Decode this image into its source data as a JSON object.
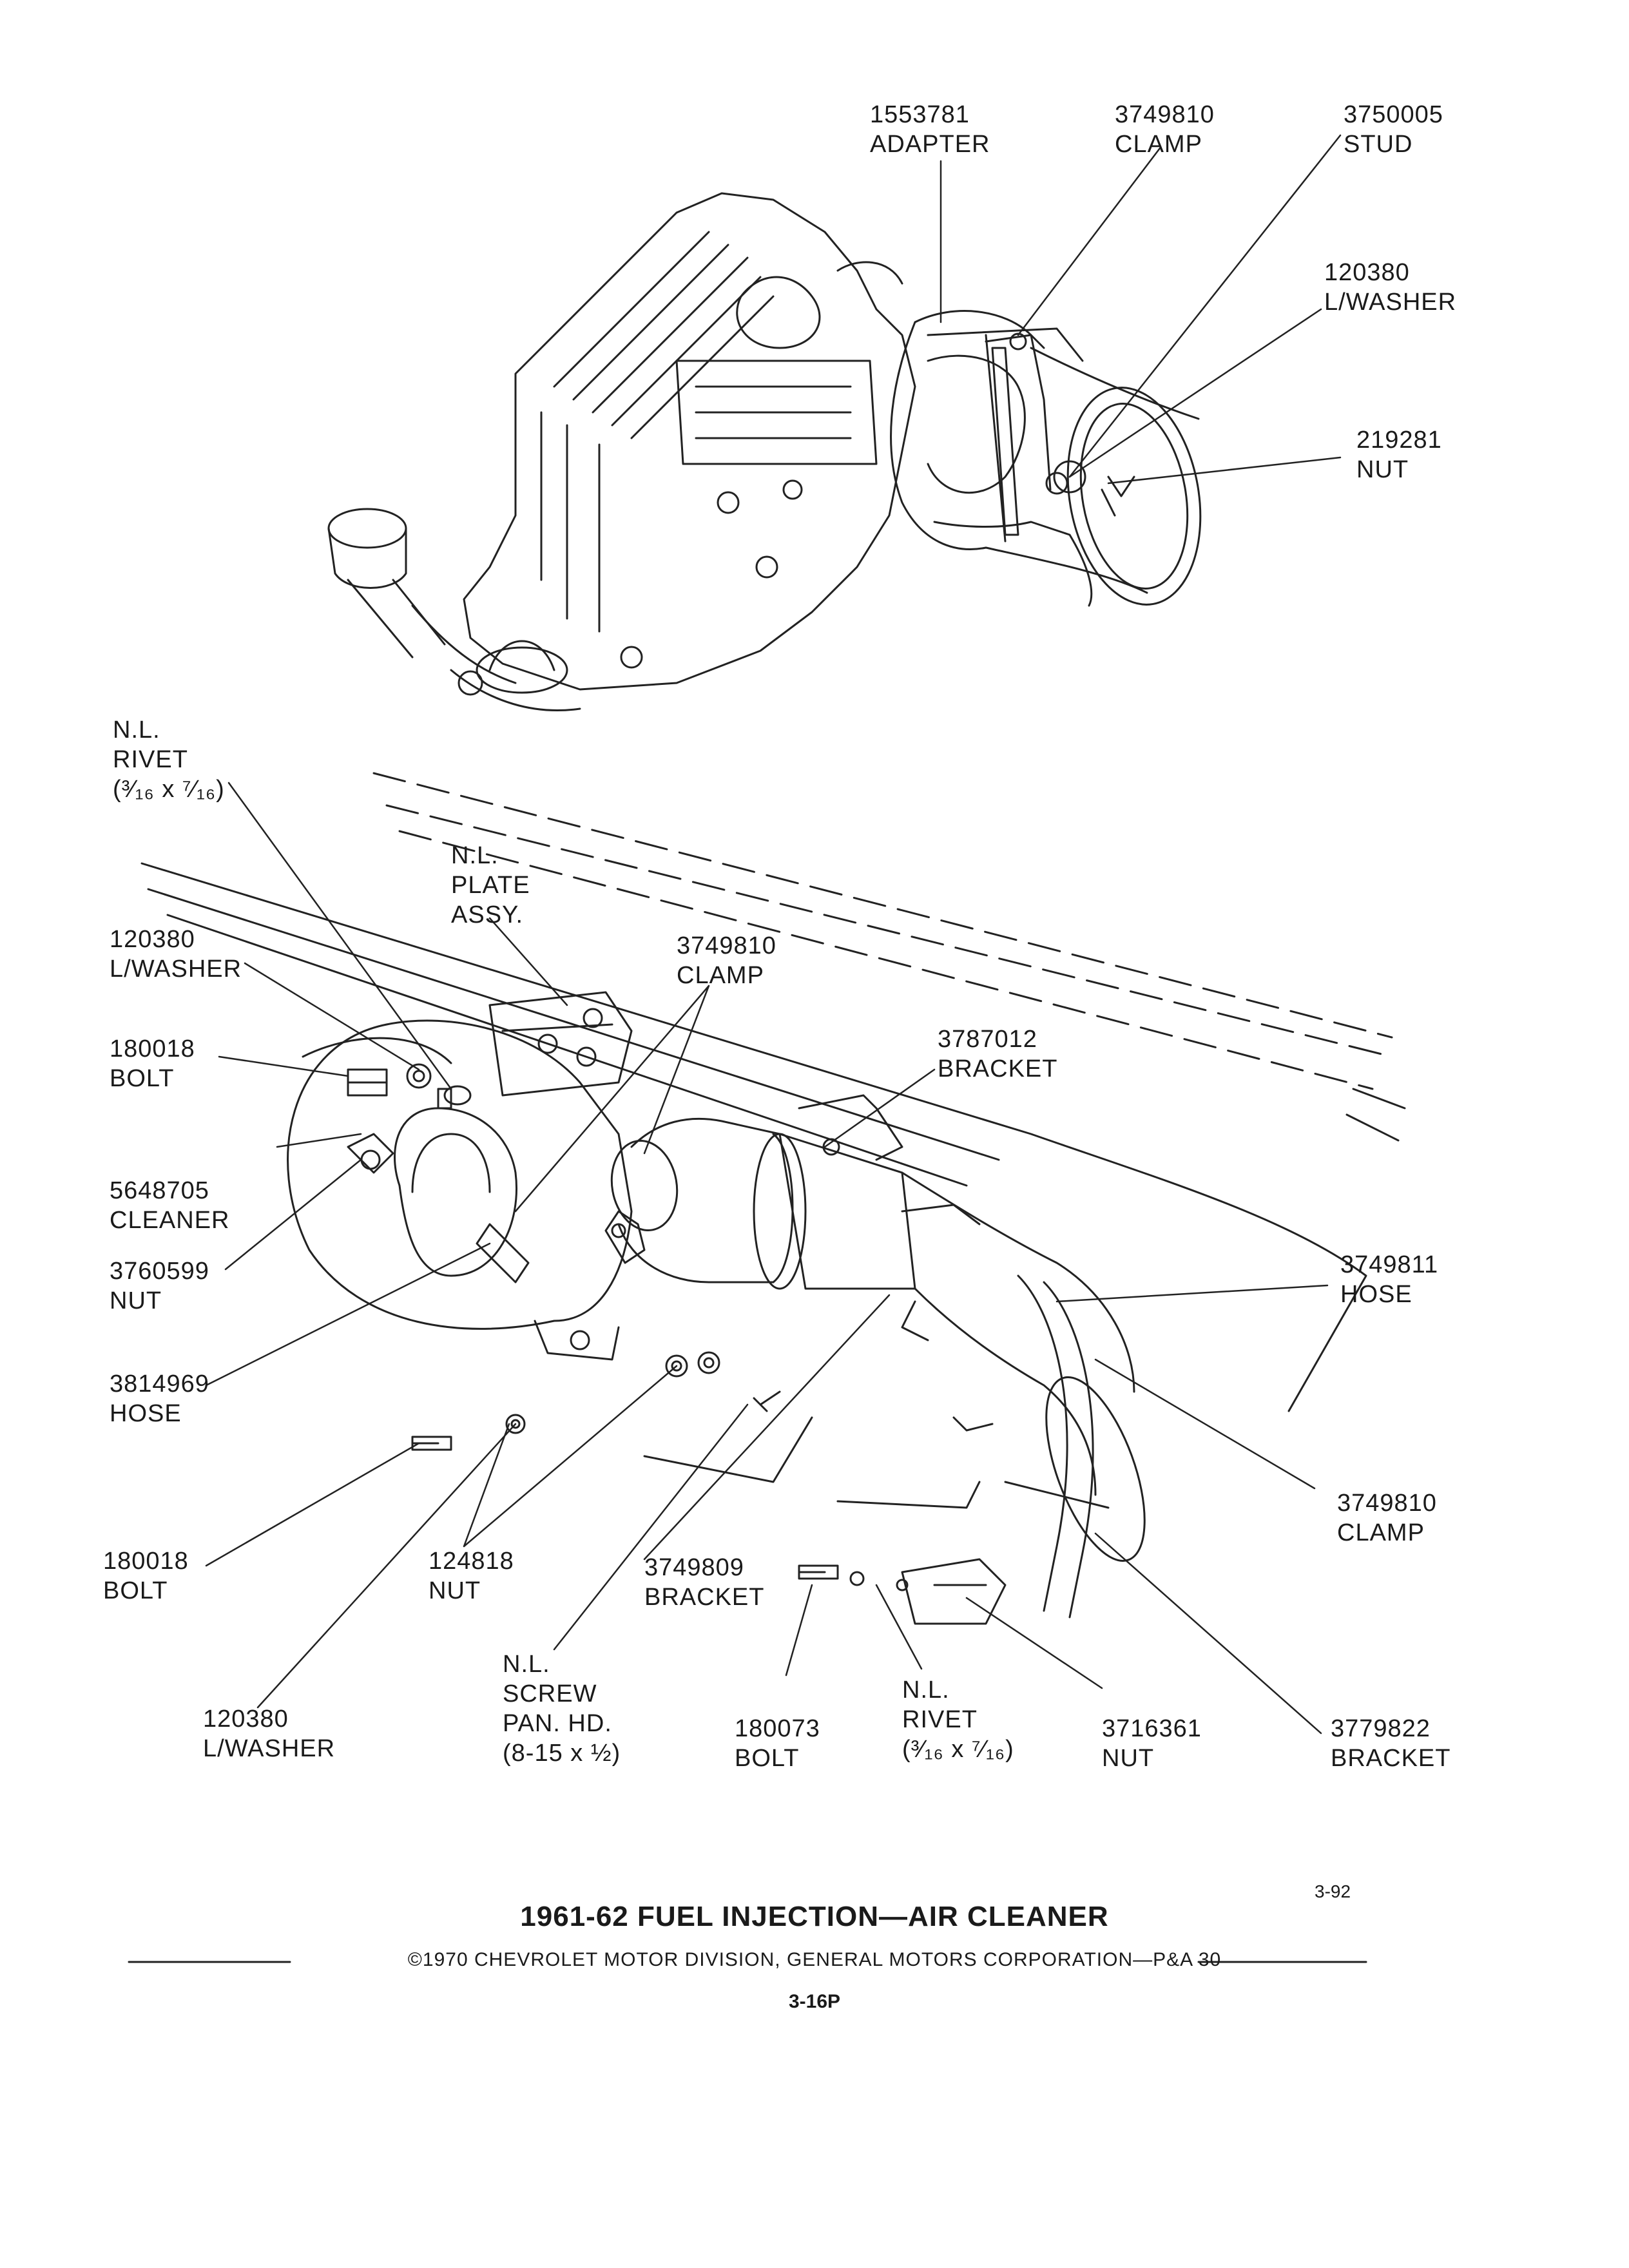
{
  "title": "1961-62 FUEL INJECTION—AIR CLEANER",
  "copyright": "©1970 CHEVROLET MOTOR DIVISION, GENERAL MOTORS CORPORATION—P&A 30",
  "page_number": "3-16P",
  "figure_number": "3-92",
  "callouts": {
    "adapter": {
      "part": "1553781",
      "name": "ADAPTER"
    },
    "clamp_top": {
      "part": "3749810",
      "name": "CLAMP"
    },
    "stud": {
      "part": "3750005",
      "name": "STUD"
    },
    "lwasher_top": {
      "part": "120380",
      "name": "L/WASHER"
    },
    "nut_top": {
      "part": "219281",
      "name": "NUT"
    },
    "rivet_upper": {
      "l1": "N.L.",
      "l2": "RIVET",
      "l3": "(³⁄₁₆ x ⁷⁄₁₆)"
    },
    "plate": {
      "l1": "N.L.",
      "l2": "PLATE",
      "l3": "ASSY."
    },
    "lwasher_left": {
      "part": "120380",
      "name": "L/WASHER"
    },
    "clamp_mid": {
      "part": "3749810",
      "name": "CLAMP"
    },
    "bolt_left": {
      "part": "180018",
      "name": "BOLT"
    },
    "bracket_mid": {
      "part": "3787012",
      "name": "BRACKET"
    },
    "cleaner": {
      "part": "5648705",
      "name": "CLEANER"
    },
    "nut_cleaner": {
      "part": "3760599",
      "name": "NUT"
    },
    "hose_left": {
      "part": "3814969",
      "name": "HOSE"
    },
    "hose_right": {
      "part": "3749811",
      "name": "HOSE"
    },
    "clamp_right": {
      "part": "3749810",
      "name": "CLAMP"
    },
    "bolt_lower": {
      "part": "180018",
      "name": "BOLT"
    },
    "nut_lower": {
      "part": "124818",
      "name": "NUT"
    },
    "bracket_lower": {
      "part": "3749809",
      "name": "BRACKET"
    },
    "screw": {
      "l1": "N.L.",
      "l2": "SCREW",
      "l3": "PAN. HD.",
      "l4": "(8-15 x ½)"
    },
    "lwasher_bottom": {
      "part": "120380",
      "name": "L/WASHER"
    },
    "bolt_bottom": {
      "part": "180073",
      "name": "BOLT"
    },
    "rivet_lower": {
      "l1": "N.L.",
      "l2": "RIVET",
      "l3": "(³⁄₁₆ x ⁷⁄₁₆)"
    },
    "nut_bottom": {
      "part": "3716361",
      "name": "NUT"
    },
    "bracket_right": {
      "part": "3779822",
      "name": "BRACKET"
    }
  }
}
